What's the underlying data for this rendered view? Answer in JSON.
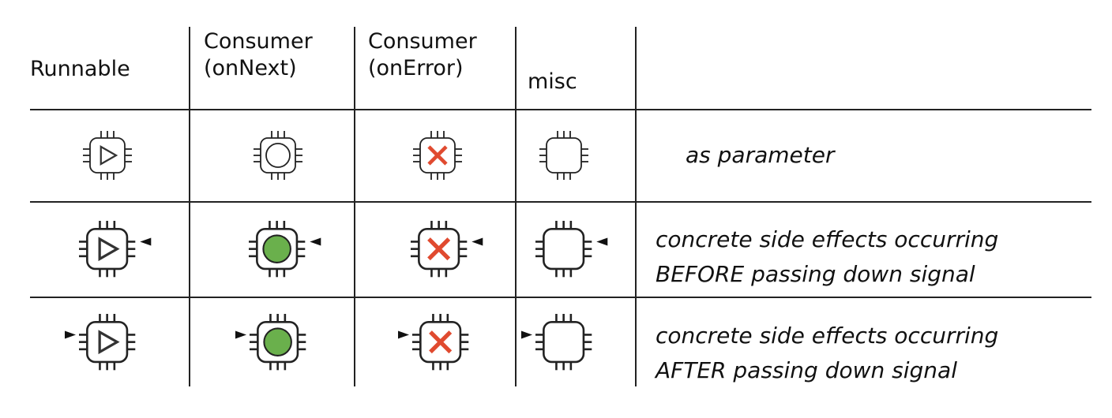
{
  "header": {
    "col1": "Runnable",
    "col2_line1": "Consumer",
    "col2_line2": "(onNext)",
    "col3_line1": "Consumer",
    "col3_line2": "(onError)",
    "col4": "misc"
  },
  "rows": [
    {
      "desc_line1": "as parameter",
      "desc_line2": ""
    },
    {
      "desc_line1": "concrete side effects occurring",
      "desc_line2": "BEFORE passing down signal"
    },
    {
      "desc_line1": "concrete side effects occurring",
      "desc_line2": "AFTER passing down signal"
    }
  ],
  "icons": {
    "runnable": "play-chip-icon",
    "consumer_onnext_empty": "empty-circle-chip-icon",
    "consumer_onnext_filled": "green-circle-chip-icon",
    "consumer_onerror": "red-x-chip-icon",
    "misc": "empty-chip-icon",
    "marker": "triangle-marker-icon"
  },
  "colors": {
    "line": "#222222",
    "green": "#6ab04c",
    "red": "#e04a2f"
  }
}
